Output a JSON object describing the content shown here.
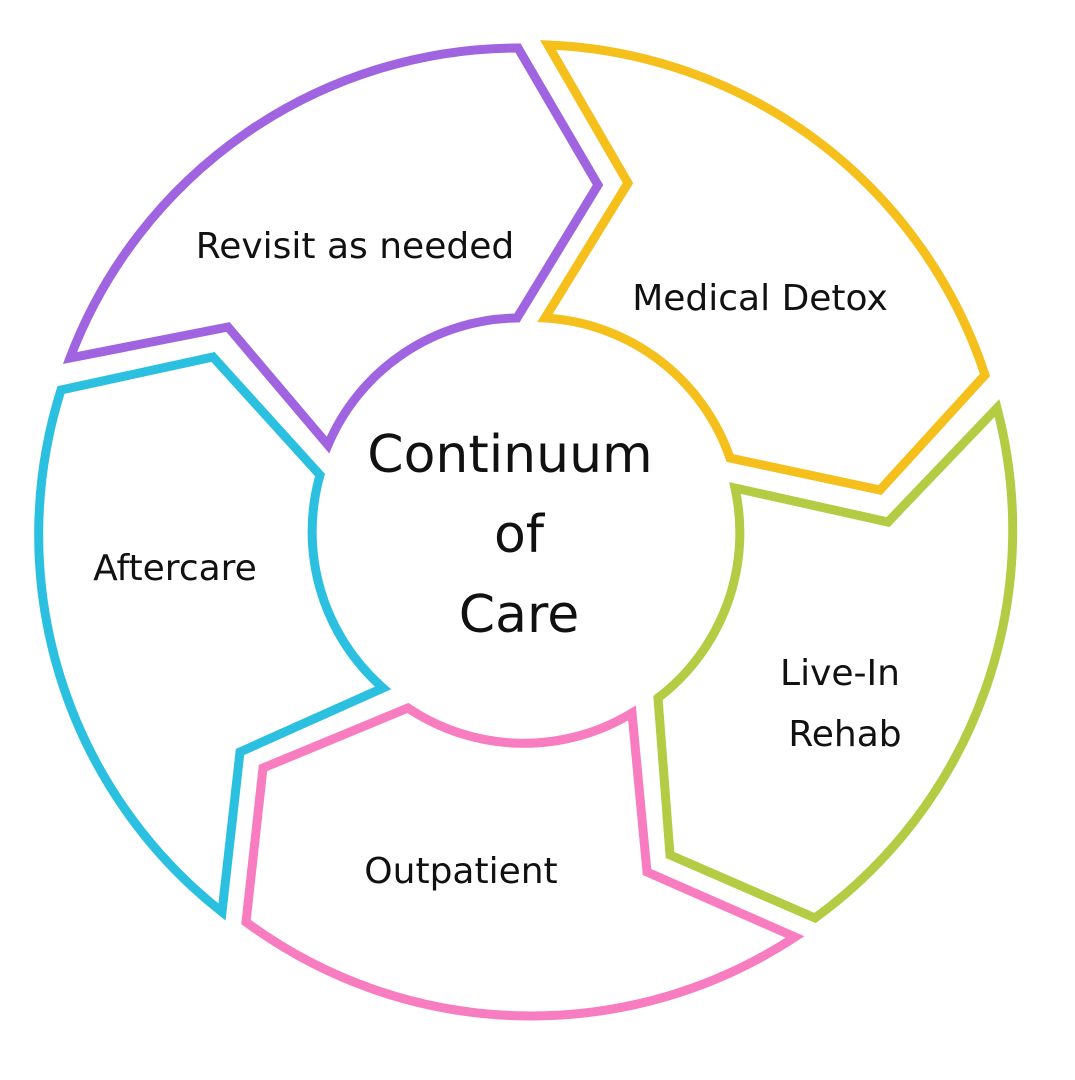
{
  "diagram": {
    "center": {
      "line1": "Continuum",
      "line2": "of",
      "line3": "Care"
    },
    "stages": {
      "revisit": {
        "label": "Revisit as needed",
        "color": "#a064e0"
      },
      "detox": {
        "label": "Medical Detox",
        "color": "#f5c01c"
      },
      "rehab": {
        "line1": "Live-In",
        "line2": "Rehab",
        "color": "#b3cc44"
      },
      "outpatient": {
        "label": "Outpatient",
        "color": "#f77cc0"
      },
      "aftercare": {
        "label": "Aftercare",
        "color": "#2cc0e0"
      }
    }
  }
}
